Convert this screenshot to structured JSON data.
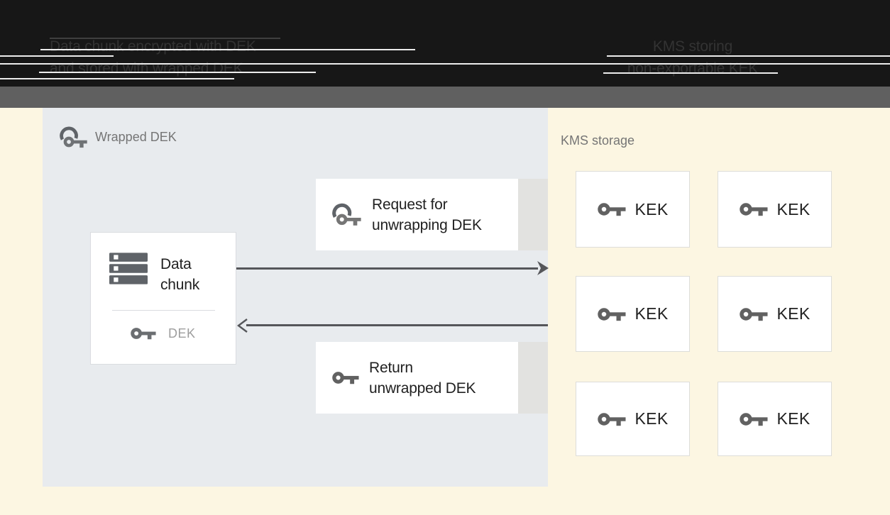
{
  "header": {
    "caption_left": {
      "line1": "Data chunk encrypted with DEK",
      "line2": "and stored with wrapped DEK"
    },
    "caption_right": {
      "line1": "KMS storing",
      "line2": "non-exportable KEK"
    }
  },
  "diagram": {
    "wrapped_dek_panel": {
      "label": "Wrapped DEK"
    },
    "kms_panel": {
      "label": "KMS storage",
      "keks": [
        "KEK",
        "KEK",
        "KEK",
        "KEK",
        "KEK",
        "KEK"
      ]
    },
    "data_chunk_box": {
      "line1": "Data",
      "line2": "chunk",
      "dek_label": "DEK"
    },
    "request_box": {
      "line1": "Request for",
      "line2": "unwrapping DEK"
    },
    "return_box": {
      "line1": "Return",
      "line2": "unwrapped DEK"
    }
  },
  "icons": {
    "wrapped_key": "wrapped-key-icon",
    "key": "key-icon",
    "data_chunk": "data-chunk-stack-icon",
    "arrow_right": "arrow-right-head",
    "arrow_left": "arrow-left-head"
  },
  "colors": {
    "header_bg": "#171717",
    "header_text": "#333333",
    "divider_bar": "#606060",
    "canvas_bg": "#FCF6E2",
    "panel_bg": "#E8EBEE",
    "box_bg": "#FFFFFF",
    "box_border": "#DADCE0",
    "strip_gray": "#E2E2E0",
    "arrow": "#55565A",
    "icon_gray": "#6B6E71",
    "icon_dark": "#5F6368",
    "text_dark": "#212121",
    "text_gray": "#757575",
    "dek_text": "#9E9E9E"
  }
}
